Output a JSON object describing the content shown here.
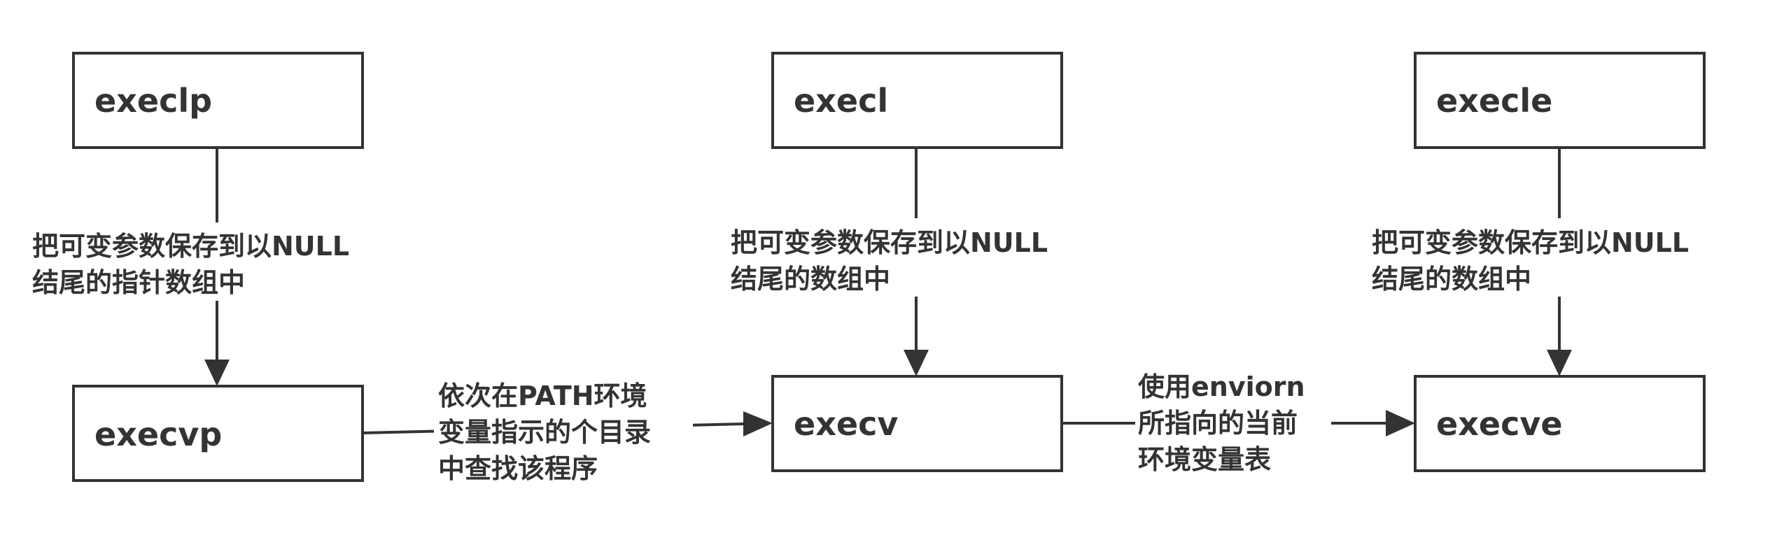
{
  "nodes": {
    "execlp": "execlp",
    "execl": "execl",
    "execle": "execle",
    "execvp": "execvp",
    "execv": "execv",
    "execve": "execve"
  },
  "edges": {
    "execlp_to_execvp": [
      "把可变参数保存到以NULL",
      "结尾的指针数组中"
    ],
    "execl_to_execv": [
      "把可变参数保存到以NULL",
      "结尾的数组中"
    ],
    "execle_to_execve": [
      "把可变参数保存到以NULL",
      "结尾的数组中"
    ],
    "execvp_to_execv": [
      "依次在PATH环境",
      "变量指示的个目录",
      "中查找该程序"
    ],
    "execv_to_execve": [
      "使用enviorn",
      "所指向的当前",
      "环境变量表"
    ]
  },
  "colors": {
    "stroke": "#333333",
    "background": "#ffffff"
  }
}
